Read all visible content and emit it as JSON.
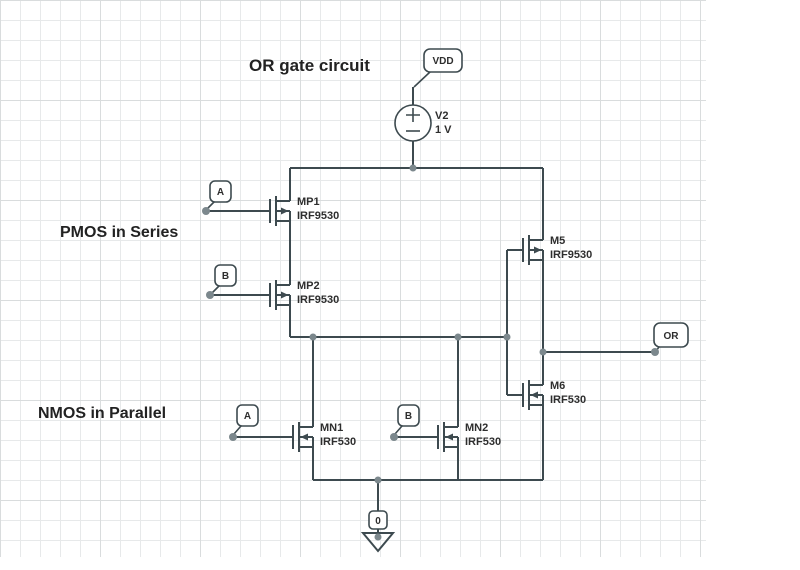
{
  "title": "OR gate circuit",
  "annotations": {
    "pmos": "PMOS in Series",
    "nmos": "NMOS in Parallel"
  },
  "net_labels": {
    "vdd": "VDD",
    "out": "OR",
    "gnd": "0",
    "a_pmos": "A",
    "b_pmos": "B",
    "a_nmos": "A",
    "b_nmos": "B"
  },
  "components": {
    "v2": {
      "name": "V2",
      "value": "1 V"
    },
    "mp1": {
      "name": "MP1",
      "model": "IRF9530"
    },
    "mp2": {
      "name": "MP2",
      "model": "IRF9530"
    },
    "m5": {
      "name": "M5",
      "model": "IRF9530"
    },
    "m6": {
      "name": "M6",
      "model": "IRF530"
    },
    "mn1": {
      "name": "MN1",
      "model": "IRF530"
    },
    "mn2": {
      "name": "MN2",
      "model": "IRF530"
    }
  },
  "colors": {
    "wire": "#3d4a4f",
    "dot": "#7c888d",
    "text": "#2e2e2e",
    "grid": "#e7e9ea",
    "background": "#ffffff"
  }
}
